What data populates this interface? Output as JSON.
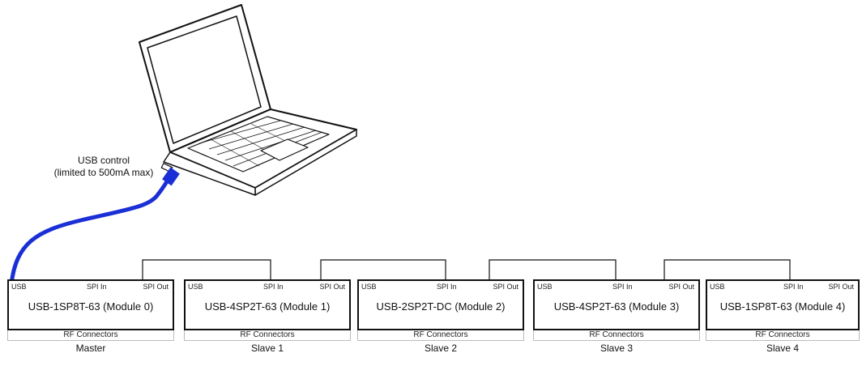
{
  "usb_label": {
    "line1": "USB control",
    "line2": "(limited to 500mA max)"
  },
  "colors": {
    "cable": "#1a2fd6",
    "border": "#111111"
  },
  "modules": [
    {
      "name": "USB-1SP8T-63 (Module 0)",
      "usb": "USB",
      "spi_in": "SPI In",
      "spi_out": "SPI Out",
      "rf": "RF Connectors",
      "role": "Master"
    },
    {
      "name": "USB-4SP2T-63 (Module 1)",
      "usb": "USB",
      "spi_in": "SPI In",
      "spi_out": "SPI Out",
      "rf": "RF Connectors",
      "role": "Slave 1"
    },
    {
      "name": "USB-2SP2T-DC (Module 2)",
      "usb": "USB",
      "spi_in": "SPI In",
      "spi_out": "SPI Out",
      "rf": "RF Connectors",
      "role": "Slave 2"
    },
    {
      "name": "USB-4SP2T-63 (Module 3)",
      "usb": "USB",
      "spi_in": "SPI In",
      "spi_out": "SPI Out",
      "rf": "RF Connectors",
      "role": "Slave 3"
    },
    {
      "name": "USB-1SP8T-63 (Module 4)",
      "usb": "USB",
      "spi_in": "SPI In",
      "spi_out": "SPI Out",
      "rf": "RF Connectors",
      "role": "Slave 4"
    }
  ]
}
